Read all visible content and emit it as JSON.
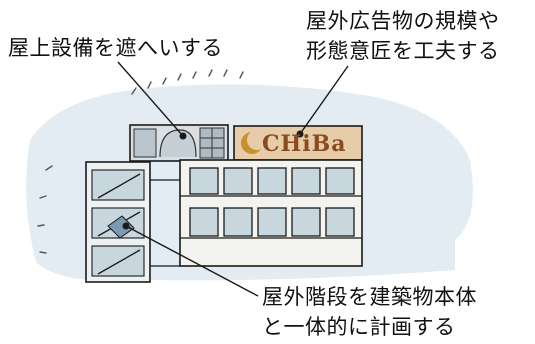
{
  "labels": {
    "rooftop": "屋上設備を遮へいする",
    "advertisement_line1": "屋外広告物の規模や",
    "advertisement_line2": "形態意匠を工夫する",
    "stairs_line1": "屋外階段を建築物本体",
    "stairs_line2": "と一体的に計画する"
  },
  "sign": {
    "text": "CHiBa"
  },
  "colors": {
    "sky_wash": "#dfeaf1",
    "sign_board": "#e7ccaa",
    "sign_text": "#8a4a22",
    "sign_moon": "#c9902c",
    "glass": "#c8d6de",
    "ink": "#1a1a1a"
  }
}
